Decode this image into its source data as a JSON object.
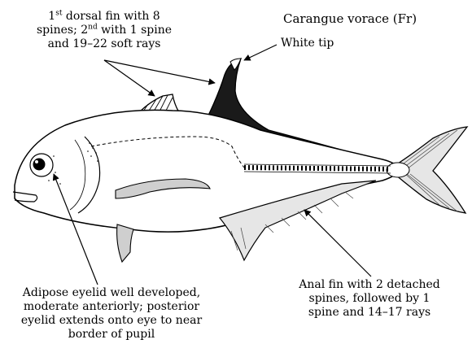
{
  "header": {
    "title": "Carangue vorace (Fr)"
  },
  "labels": {
    "dorsal_fin": {
      "line1_pre": "1",
      "line1_sup1": "st",
      "line1_post": " dorsal fin with 8",
      "line2_pre": "spines; 2",
      "line2_sup2": "nd",
      "line2_post": " with 1 spine",
      "line3": "and 19–22 soft rays"
    },
    "white_tip": "White tip",
    "adipose_eyelid": [
      "Adipose eyelid well developed,",
      "moderate anteriorly; posterior",
      "eyelid extends onto eye to near",
      "border of pupil"
    ],
    "anal_fin": [
      "Anal fin with 2 detached",
      "spines, followed by 1",
      "spine and 14–17 rays"
    ]
  }
}
